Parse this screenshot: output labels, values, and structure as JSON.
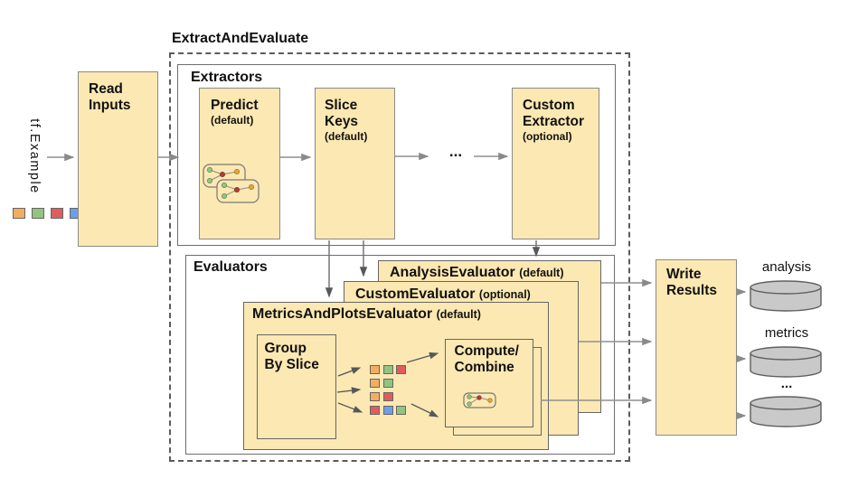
{
  "title": "ExtractAndEvaluate",
  "input": {
    "label": "tf.Example",
    "squares": [
      "orange",
      "green",
      "red",
      "blue"
    ]
  },
  "read_inputs": {
    "line1": "Read",
    "line2": "Inputs"
  },
  "extractors": {
    "label": "Extractors",
    "predict": {
      "line1": "Predict",
      "subtitle": "(default)"
    },
    "slice_keys": {
      "line1": "Slice",
      "line2": "Keys",
      "subtitle": "(default)"
    },
    "ellipsis": "...",
    "custom_extractor": {
      "line1": "Custom",
      "line2": "Extractor",
      "subtitle": "(optional)"
    }
  },
  "evaluators": {
    "label": "Evaluators",
    "analysis_evaluator": {
      "title": "AnalysisEvaluator",
      "subtitle": "(default)"
    },
    "custom_evaluator": {
      "title": "CustomEvaluator",
      "subtitle": "(optional)"
    },
    "metrics_plots_evaluator": {
      "title": "MetricsAndPlotsEvaluator",
      "subtitle": "(default)"
    },
    "group_by_slice": {
      "line1": "Group",
      "line2": "By Slice"
    },
    "sliced_squares": [
      [
        "orange",
        "green",
        "red"
      ],
      [
        "orange",
        "green"
      ],
      [
        "orange",
        "red"
      ],
      [
        "red",
        "blue",
        "green"
      ]
    ],
    "compute_combine": {
      "line1": "Compute/",
      "line2": "Combine"
    }
  },
  "write_results": {
    "line1": "Write",
    "line2": "Results"
  },
  "outputs": {
    "labels": [
      "analysis",
      "metrics",
      "..."
    ]
  },
  "colors": {
    "box_fill": "#FCE8B2",
    "cylinder_fill": "#C9C9C9",
    "square_orange": "#F5AC60",
    "square_green": "#93C47D",
    "square_red": "#DD5E5C",
    "square_blue": "#6D9EEB",
    "icon_dot_green": "#93C47D",
    "icon_dot_red": "#B23B34",
    "icon_dot_gold": "#E3A53C"
  }
}
